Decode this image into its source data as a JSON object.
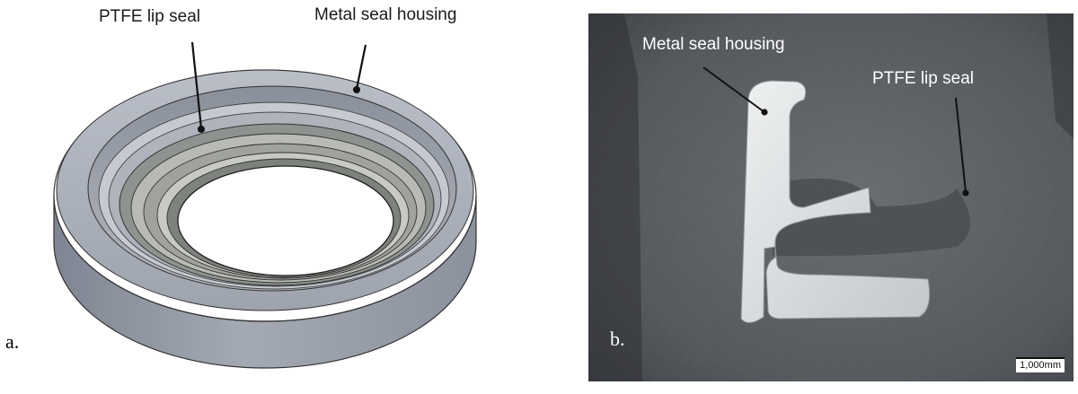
{
  "panel_a": {
    "letter": "a.",
    "labels": {
      "lip_seal": "PTFE lip seal",
      "housing": "Metal seal housing"
    }
  },
  "panel_b": {
    "letter": "b.",
    "labels": {
      "housing": "Metal seal housing",
      "lip_seal": "PTFE lip seal"
    },
    "scale_bar": "1,000mm"
  },
  "colors": {
    "metal": "#9aa0ab",
    "metal_dark": "#6d7380",
    "photo_bg": "#4f5257",
    "polished_metal": "#d9dbdd",
    "ptfe": "#55585c"
  }
}
